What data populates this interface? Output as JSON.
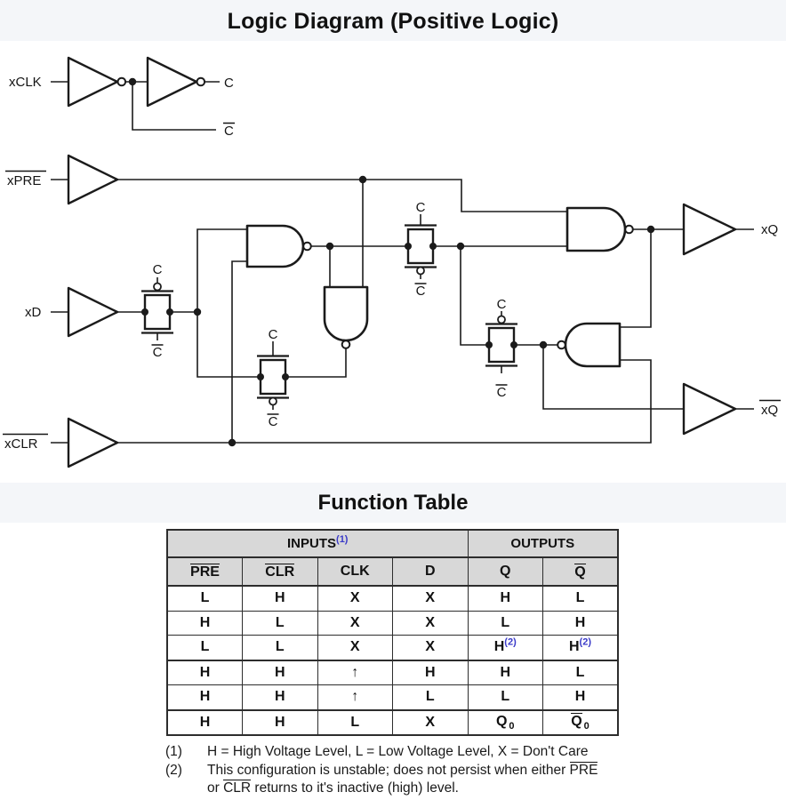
{
  "titles": {
    "logic": "Logic Diagram (Positive Logic)",
    "function_table": "Function Table"
  },
  "colors": {
    "note_reference_blue": "#3a3ac8",
    "table_header_gray": "#d8d8d8",
    "diagram_line": "#1b1b1b"
  },
  "diagram": {
    "labels": {
      "xclk": "xCLK",
      "xpre": "xPRE",
      "xd": "xD",
      "xclr": "xCLR",
      "xq": "xQ",
      "xq_bar": "xQ",
      "c": "C",
      "c_bar": "C"
    }
  },
  "table": {
    "group_headers": [
      {
        "t": "INPUTS",
        "sup": "(1)",
        "span": 4
      },
      {
        "t": "OUTPUTS",
        "span": 2
      }
    ],
    "col_headers": [
      {
        "t": "PRE",
        "ovl": true
      },
      {
        "t": "CLR",
        "ovl": true
      },
      {
        "t": "CLK"
      },
      {
        "t": "D"
      },
      {
        "t": "Q"
      },
      {
        "t": "Q",
        "ovl": true
      }
    ],
    "rows": [
      [
        "L",
        "H",
        "X",
        "X",
        "H",
        "L"
      ],
      [
        "H",
        "L",
        "X",
        "X",
        "L",
        "H"
      ],
      [
        "L",
        "L",
        "X",
        "X",
        {
          "t": "H",
          "sup": "(2)"
        },
        {
          "t": "H",
          "sup": "(2)"
        }
      ],
      [
        "H",
        "H",
        "↑",
        "H",
        "H",
        "L"
      ],
      [
        "H",
        "H",
        "↑",
        "L",
        "L",
        "H"
      ],
      [
        "H",
        "H",
        "L",
        "X",
        {
          "t": "Q",
          "sub": "0"
        },
        {
          "t": "Q",
          "sub": "0",
          "ovl": true
        }
      ]
    ]
  },
  "notes": [
    {
      "num": "(1)",
      "parts": [
        {
          "t": "H = High Voltage Level, L = Low Voltage Level, X = Don't Care"
        }
      ]
    },
    {
      "num": "(2)",
      "parts": [
        {
          "t": "This configuration is unstable; does not persist when either "
        },
        {
          "t": "PRE",
          "ovl": true
        },
        {
          "br": true
        },
        {
          "t": "or "
        },
        {
          "t": "CLR",
          "ovl": true
        },
        {
          "t": " returns to it's inactive (high) level."
        }
      ]
    }
  ]
}
